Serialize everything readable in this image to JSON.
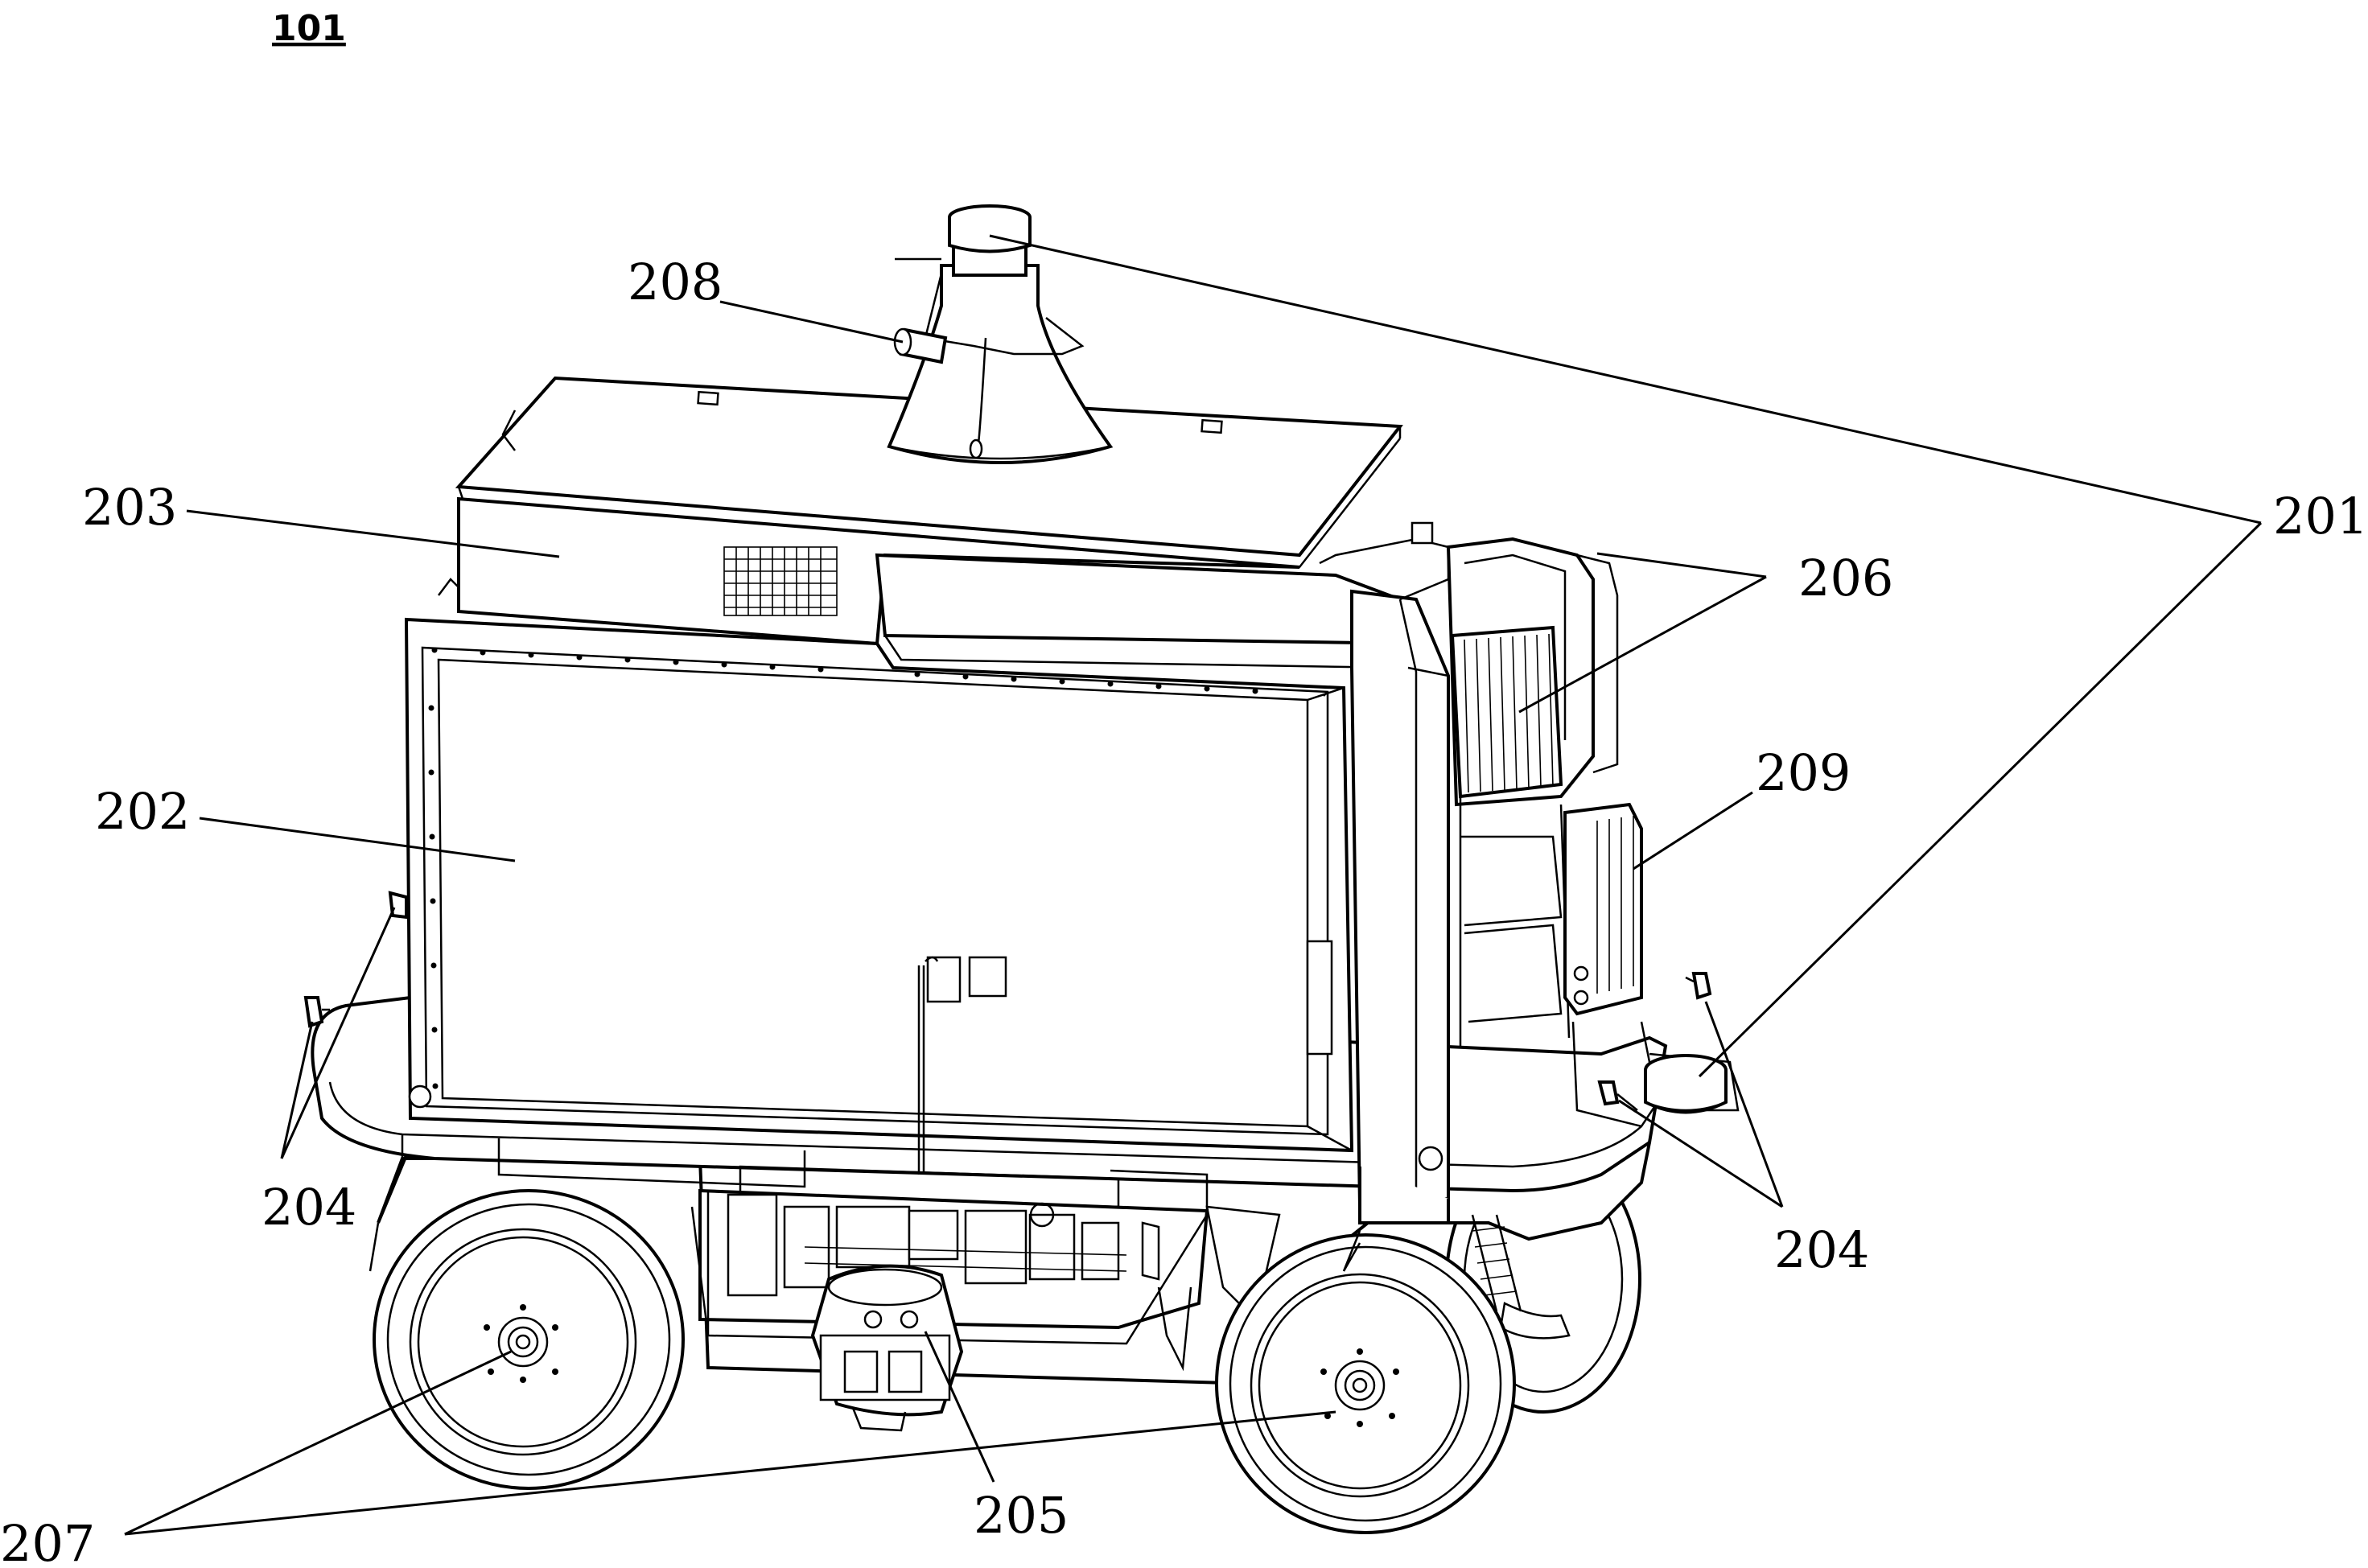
{
  "figure": {
    "title": "101",
    "labels": [
      {
        "id": "201",
        "text": "201"
      },
      {
        "id": "202",
        "text": "202"
      },
      {
        "id": "203",
        "text": "203"
      },
      {
        "id": "204a",
        "text": "204"
      },
      {
        "id": "204b",
        "text": "204"
      },
      {
        "id": "205",
        "text": "205"
      },
      {
        "id": "206",
        "text": "206"
      },
      {
        "id": "207",
        "text": "207"
      },
      {
        "id": "208",
        "text": "208"
      },
      {
        "id": "209",
        "text": "209"
      }
    ]
  }
}
